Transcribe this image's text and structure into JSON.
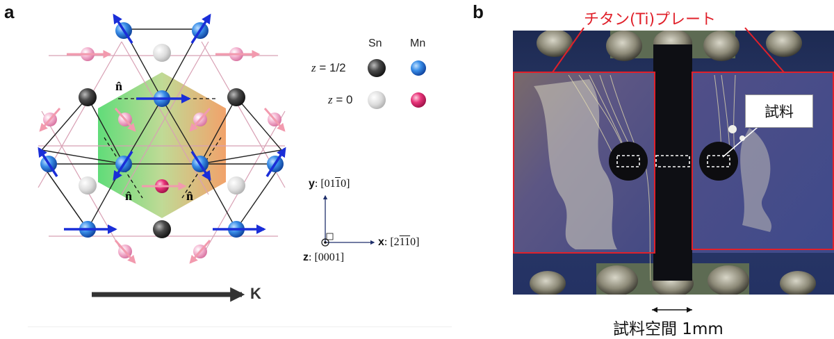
{
  "panel_a": {
    "label": "a",
    "legend": {
      "col_sn": "Sn",
      "col_mn": "Mn",
      "row1_z": "z",
      "row1_val": " = 1/2",
      "row2_z": "z",
      "row2_val": " = 0",
      "colors": {
        "sn_top": "#444444",
        "sn_bottom": "#d0d0d0",
        "mn_top": "#2e7fe0",
        "mn_bottom": "#e8357a"
      }
    },
    "axes": {
      "y_letter": "y",
      "y_dir": ": [01",
      "y_bar": "1",
      "y_end": "0]",
      "x_letter": "x",
      "x_dir": ": [2",
      "x_bar1": "1",
      "x_bar2": "1",
      "x_end": "0]",
      "z_letter": "z",
      "z_dir": ": [0001]"
    },
    "n_hat": "n̂",
    "k_label": "K"
  },
  "panel_b": {
    "label": "b",
    "plate_label": "チタン(Ti)プレート",
    "sample_label": "試料",
    "space_label": "試料空間 1mm",
    "colors": {
      "plate_outline": "#e0202a",
      "plate_text": "#e0202a"
    }
  }
}
